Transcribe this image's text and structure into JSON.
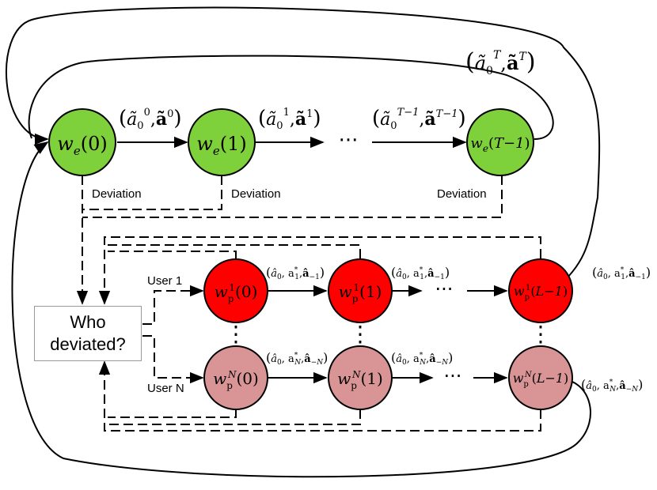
{
  "colors": {
    "green": "#7fd13b",
    "red": "#ff0000",
    "pink": "#d99595"
  },
  "top_row": {
    "states": [
      {
        "base": "w",
        "sub": "e",
        "arg": "0"
      },
      {
        "base": "w",
        "sub": "e",
        "arg": "1"
      },
      {
        "base": "w",
        "sub": "e",
        "arg": "T−1"
      }
    ],
    "edge_labels": [
      {
        "sup": "0"
      },
      {
        "sup": "1"
      },
      {
        "sup": "T−1"
      }
    ],
    "loop_label_sup": "T",
    "deviation_label": "Deviation",
    "ellipsis": "···"
  },
  "decision_box": {
    "line1": "Who",
    "line2": "deviated?"
  },
  "user_rows": [
    {
      "label": "User 1",
      "sup": "1",
      "states": [
        "0",
        "1",
        "L−1"
      ],
      "edge_sub": "1"
    },
    {
      "label": "User N",
      "sup": "N",
      "states": [
        "0",
        "1",
        "L−1"
      ],
      "edge_sub": "N"
    }
  ],
  "vertical_dots": "⋮"
}
